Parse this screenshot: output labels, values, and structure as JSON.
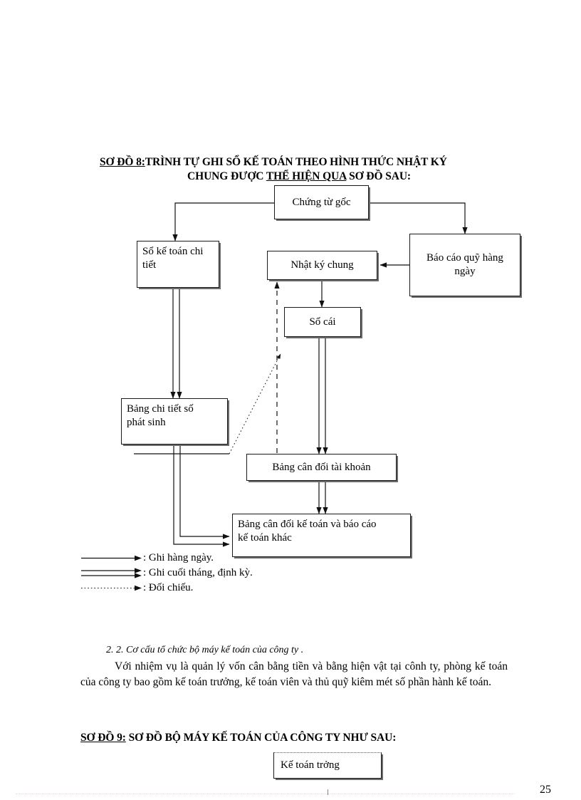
{
  "document": {
    "page_number": "25"
  },
  "headings": {
    "so_do_8": {
      "lead": "SƠ ĐỒ 8:",
      "line1_rest": "TRÌNH TỰ GHI SỔ KẾ TOÁN THEO HÌNH THỨC NHẬT KÝ",
      "line2_a": "CHUNG ĐƯỢC ",
      "line2_underlined": "THỂ HIỆN QUA",
      "line2_b": " SƠ ĐỒ SAU:"
    },
    "so_do_9": {
      "lead": "SƠ ĐỒ 9:",
      "rest": " SƠ ĐỒ BỘ MÁY KẾ TOÁN CỦA CÔNG TY NHƯ SAU:"
    }
  },
  "diagram": {
    "nodes": {
      "chung_tu_goc": "Chứng từ gốc",
      "bao_cao_quy": "Báo cáo quỹ hàng\nngày",
      "so_ke_toan_chi_tiet": "Sổ kế toán chi\ntiết",
      "nhat_ky_chung": "Nhật ký chung",
      "so_cai": "Sổ cái",
      "bang_chi_tiet_so_phat_sinh": "Bảng chi tiết số\nphát sinh",
      "bang_can_doi_tai_khoan": "Bảng cân đối tài khoản",
      "bang_can_doi_ke_toan": "Bảng cân đối kế toán và báo cáo\nkế toán khác"
    },
    "legend": [
      {
        "icon": "single-arrow-line",
        "label": ": Ghi hàng ngày."
      },
      {
        "icon": "double-arrow-line",
        "label": ": Ghi cuối tháng, định kỳ."
      },
      {
        "icon": "dotted-arrow-line",
        "label": ": Đối chiếu."
      }
    ]
  },
  "body": {
    "sub_heading": "2. 2. Cơ cấu tổ chức bộ máy kế toán của công ty .",
    "paragraph": "Với nhiệm vụ là quản lý vốn cân bằng tiền và bằng hiện vật tại cônh ty, phòng kế toán của công ty bao gồm kế toán trưởng, kế toán viên và thủ quỹ kiêm mét số phần hành kế toán.",
    "bottom_node": "Kế toán trởng"
  },
  "colors": {
    "ink": "#000000",
    "box_border": "#1a1a1a",
    "box_shadow": "#6b6b6b",
    "footer_rule": "#f2ced8"
  }
}
